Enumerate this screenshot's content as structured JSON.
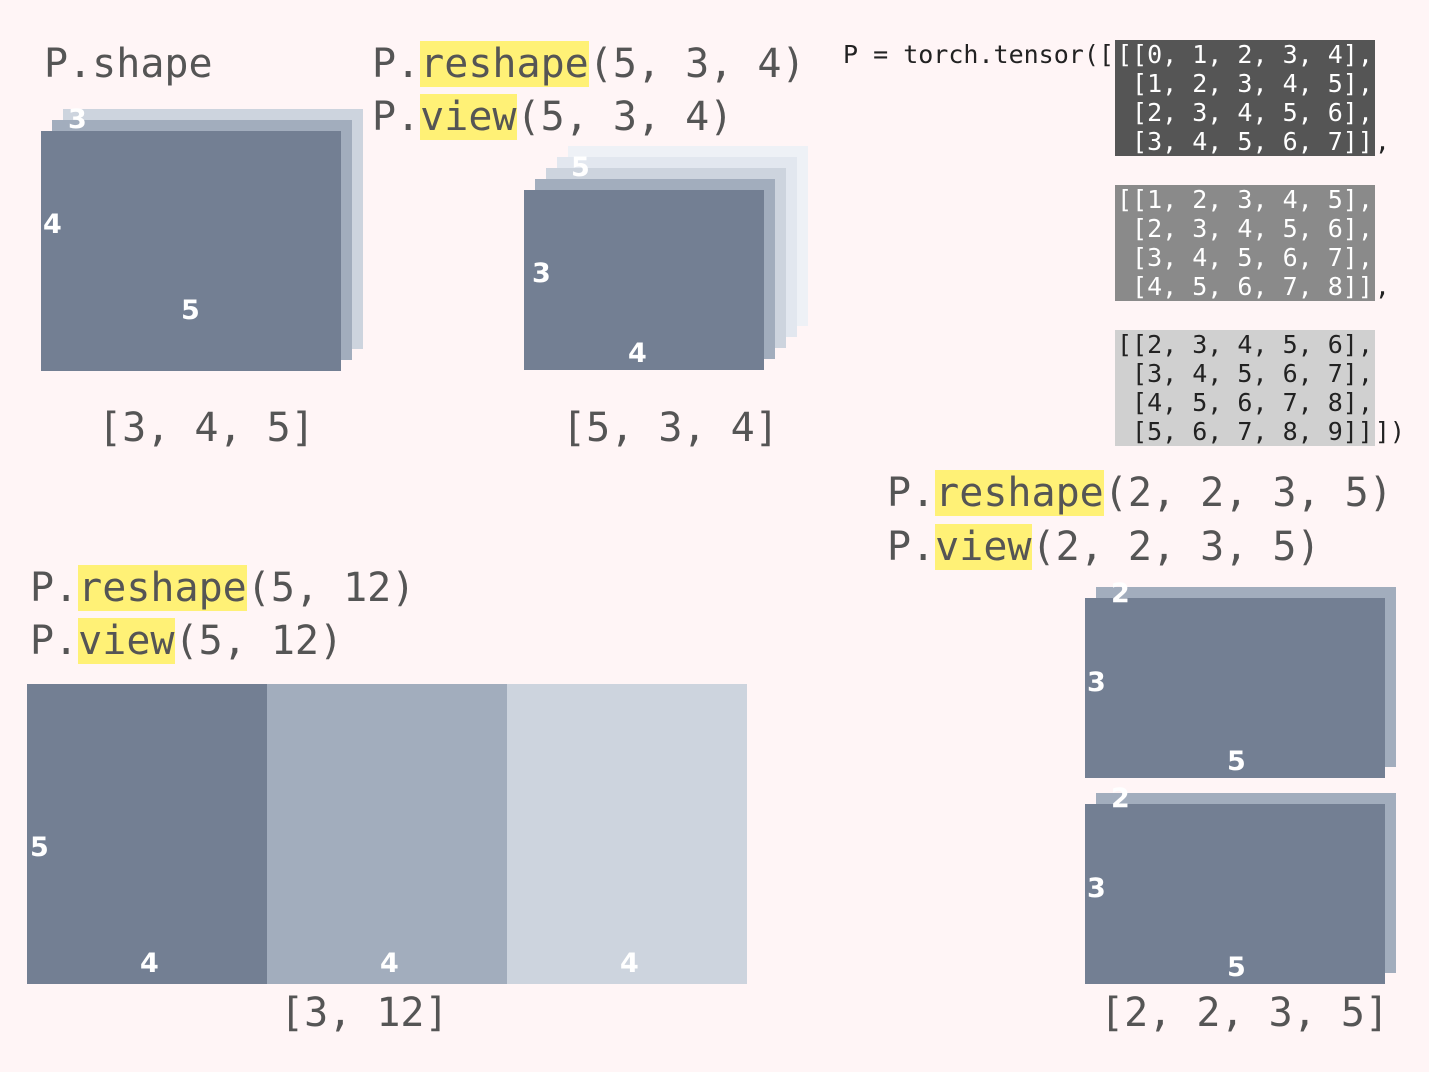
{
  "colors": {
    "background": "#fff5f6",
    "dark": "#737f93",
    "mid": "#a2adbd",
    "light": "#cdd4de",
    "lighter": "#e7ebf2",
    "highlight": "#fff176",
    "block1": "#555555",
    "block2": "#8a8a8a",
    "block3": "#d0d0d0"
  },
  "shape_panel": {
    "title_prefix": "P.",
    "title_method": "shape",
    "dim_depth": "3",
    "dim_rows": "4",
    "dim_cols": "5",
    "shape": "[3, 4, 5]"
  },
  "reshape_534": {
    "line1_prefix": "P.",
    "line1_method": "reshape",
    "line1_args": "(5, 3, 4)",
    "line2_prefix": "P.",
    "line2_method": "view",
    "line2_args": "(5, 3, 4)",
    "dim_depth": "5",
    "dim_rows": "3",
    "dim_cols": "4",
    "shape": "[5, 3, 4]"
  },
  "tensor_code": {
    "prefix": "P = torch.tensor([",
    "block1": [
      "[[0, 1, 2, 3, 4],",
      " [1, 2, 3, 4, 5],",
      " [2, 3, 4, 5, 6],",
      " [3, 4, 5, 6, 7]]"
    ],
    "block2": [
      "[[1, 2, 3, 4, 5],",
      " [2, 3, 4, 5, 6],",
      " [3, 4, 5, 6, 7],",
      " [4, 5, 6, 7, 8]]"
    ],
    "block3": [
      "[[2, 3, 4, 5, 6],",
      " [3, 4, 5, 6, 7],",
      " [4, 5, 6, 7, 8],",
      " [5, 6, 7, 8, 9]]"
    ],
    "sep": ",",
    "suffix": "])"
  },
  "reshape_2235": {
    "line1_prefix": "P.",
    "line1_method": "reshape",
    "line1_args": "(2, 2, 3, 5)",
    "line2_prefix": "P.",
    "line2_method": "view",
    "line2_args": "(2, 2, 3, 5)",
    "dim_depth": "2",
    "dim_rows": "3",
    "dim_cols": "5",
    "shape": "[2, 2, 3, 5]"
  },
  "reshape_512": {
    "line1_prefix": "P.",
    "line1_method": "reshape",
    "line1_args": "(5, 12)",
    "line2_prefix": "P.",
    "line2_method": "view",
    "line2_args": "(5, 12)",
    "dim_rows": "5",
    "dim_cols": "4",
    "shape": "[3, 12]"
  }
}
